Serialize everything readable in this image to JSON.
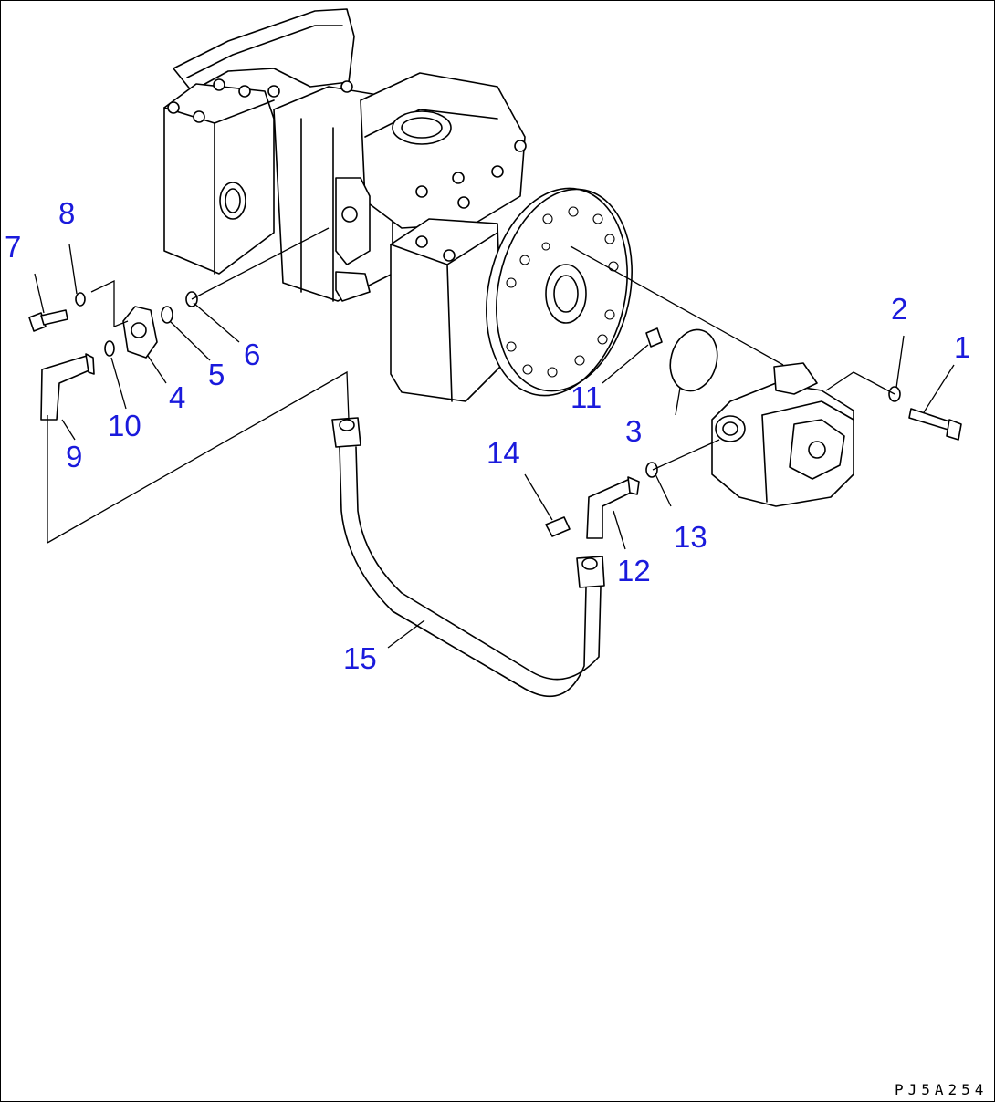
{
  "drawing": {
    "code": "PJ5A254",
    "label_color": "#1a1adc",
    "parts": [
      {
        "num": "1"
      },
      {
        "num": "2"
      },
      {
        "num": "3"
      },
      {
        "num": "4"
      },
      {
        "num": "5"
      },
      {
        "num": "6"
      },
      {
        "num": "7"
      },
      {
        "num": "8"
      },
      {
        "num": "9"
      },
      {
        "num": "10"
      },
      {
        "num": "11"
      },
      {
        "num": "12"
      },
      {
        "num": "13"
      },
      {
        "num": "14"
      },
      {
        "num": "15"
      }
    ]
  }
}
